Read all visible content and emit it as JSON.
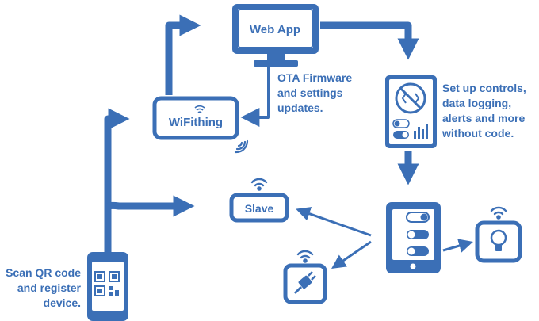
{
  "colors": {
    "accent": "#3b6fb6",
    "light": "#ffffff"
  },
  "nodes": {
    "web_app": {
      "label": "Web App",
      "icon": "monitor-icon"
    },
    "wifithing": {
      "label": "WiFithing",
      "icon": "device-box-icon"
    },
    "slave": {
      "label": "Slave",
      "icon": "device-box-icon"
    },
    "dashboard": {
      "icon": "tablet-dashboard-icon"
    },
    "phone_controller": {
      "icon": "phone-toggles-icon"
    },
    "scanner_phone": {
      "icon": "phone-qr-icon"
    },
    "bulb_device": {
      "icon": "lightbulb-icon"
    },
    "plug_device": {
      "icon": "plug-icon"
    }
  },
  "annotations": {
    "ota": [
      "OTA Firmware",
      "and settings",
      "updates."
    ],
    "setup": [
      "Set up controls,",
      "data logging,",
      "alerts and more",
      "without code."
    ],
    "scan": [
      "Scan QR code",
      "and register",
      "device."
    ]
  }
}
